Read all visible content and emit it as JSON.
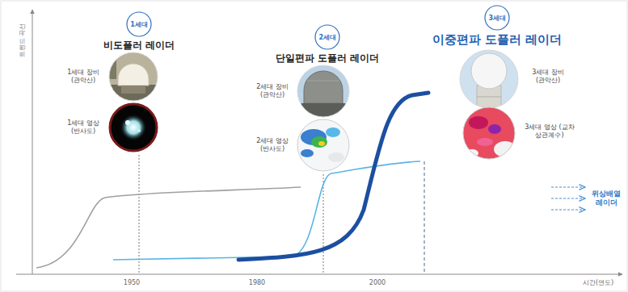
{
  "diagram": {
    "nodes": [
      {
        "text": [
          "1세대",
          "비도플러 레이더"
        ]
      },
      {
        "text": [
          "2세대",
          "단일편파 도플러 레이더"
        ]
      },
      {
        "text": [
          "3세대",
          "이중편파 도플러 레이더"
        ]
      }
    ],
    "labels": [
      "트렌드 곡선",
      "1세대 장비 (관악산)",
      "1세대 영상 (반사도)",
      "2세대 장비 (관악산)",
      "2세대 영상 (반사도)",
      "3세대 장비 (관악산)",
      "3세대 영상 (교차상관계수)",
      "위상배열 레이더",
      "1950",
      "1980",
      "2000",
      "시간(연도)"
    ]
  }
}
